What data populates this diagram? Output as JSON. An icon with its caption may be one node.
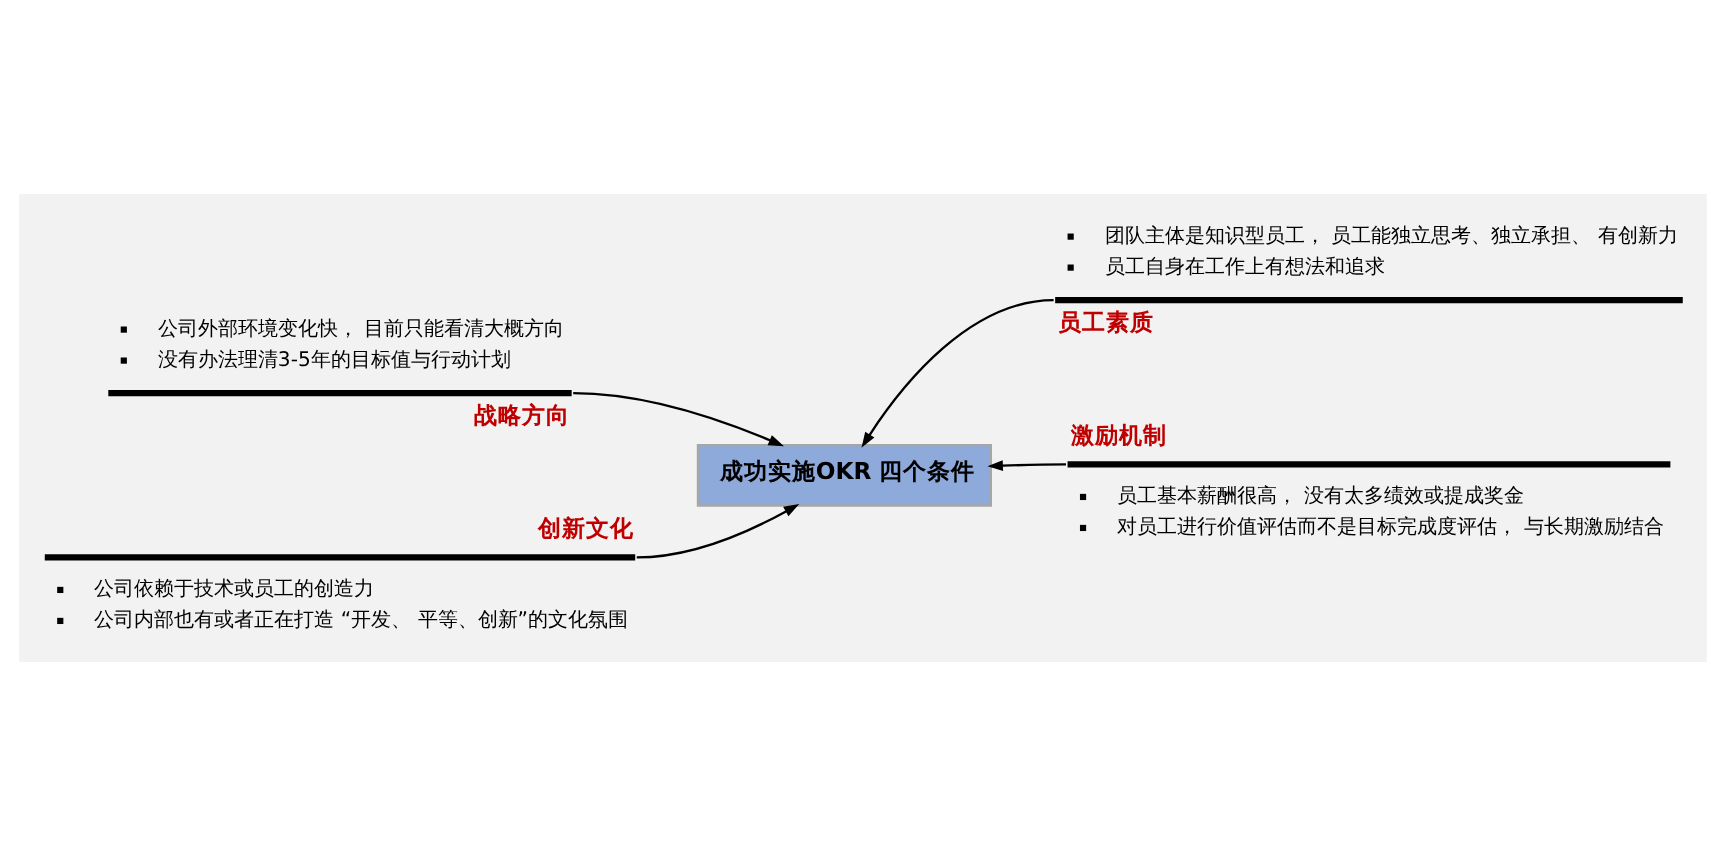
{
  "diagram": {
    "nodes": [
      {
        "text": [
          "成功实施OKR 四个条件"
        ]
      },
      {
        "text": [
          "公司外部环境变化快， 目前只能看清大概方向",
          "没有办法理清3-5年的目标值与行动计划",
          "战略方向"
        ]
      },
      {
        "text": [
          "团队主体是知识型员工， 员工能独立思考、独立承担、 有创新力",
          "员工自身在工作上有想法和追求",
          "员工素质"
        ]
      },
      {
        "text": [
          "创新文化",
          "公司依赖于技术或员工的创造力",
          "公司内部也有或者正在打造 “开发、 平等、创新”的文化氛围"
        ]
      },
      {
        "text": [
          "激励机制",
          "员工基本薪酬很高， 没有太多绩效或提成奖金",
          "对员工进行价值评估而不是目标完成度评估， 与长期激励结合"
        ]
      }
    ],
    "edges": [
      {
        "from": 1,
        "to": 0,
        "arrow": "to"
      },
      {
        "from": 2,
        "to": 0,
        "arrow": "to"
      },
      {
        "from": 3,
        "to": 0,
        "arrow": "to"
      },
      {
        "from": 4,
        "to": 0,
        "arrow": "to"
      }
    ]
  }
}
